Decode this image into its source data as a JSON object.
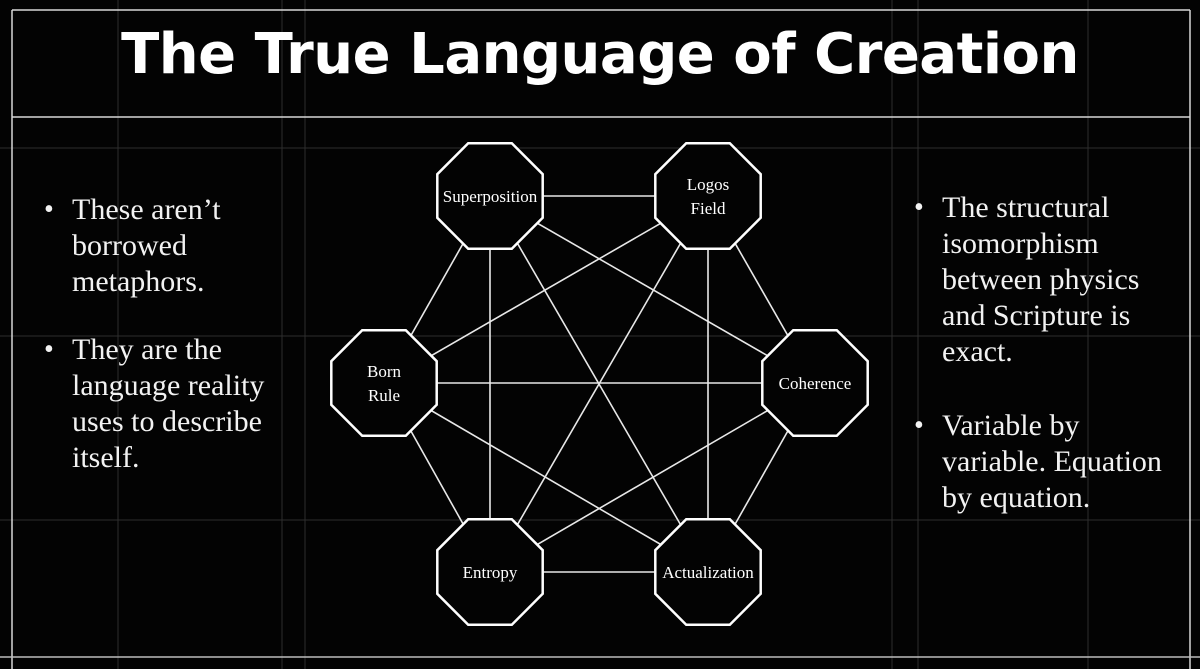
{
  "title": "The True Language of Creation",
  "left_bullets": [
    "These aren’t borrowed metaphors.",
    "They are the language reality uses to describe itself."
  ],
  "right_bullets": [
    "The structural isomorphism between physics and Scripture is exact.",
    "Variable by variable. Equation by equation."
  ],
  "diagram": {
    "nodes": [
      {
        "id": "superposition",
        "lines": [
          "Superposition"
        ]
      },
      {
        "id": "logos-field",
        "lines": [
          "Logos",
          "Field"
        ]
      },
      {
        "id": "coherence",
        "lines": [
          "Coherence"
        ]
      },
      {
        "id": "actualization",
        "lines": [
          "Actualization"
        ]
      },
      {
        "id": "entropy",
        "lines": [
          "Entropy"
        ]
      },
      {
        "id": "born-rule",
        "lines": [
          "Born",
          "Rule"
        ]
      }
    ],
    "edges": "all-pairs"
  },
  "colors": {
    "background": "#030303",
    "foreground": "#ffffff",
    "grid": "#2a2a2a"
  }
}
